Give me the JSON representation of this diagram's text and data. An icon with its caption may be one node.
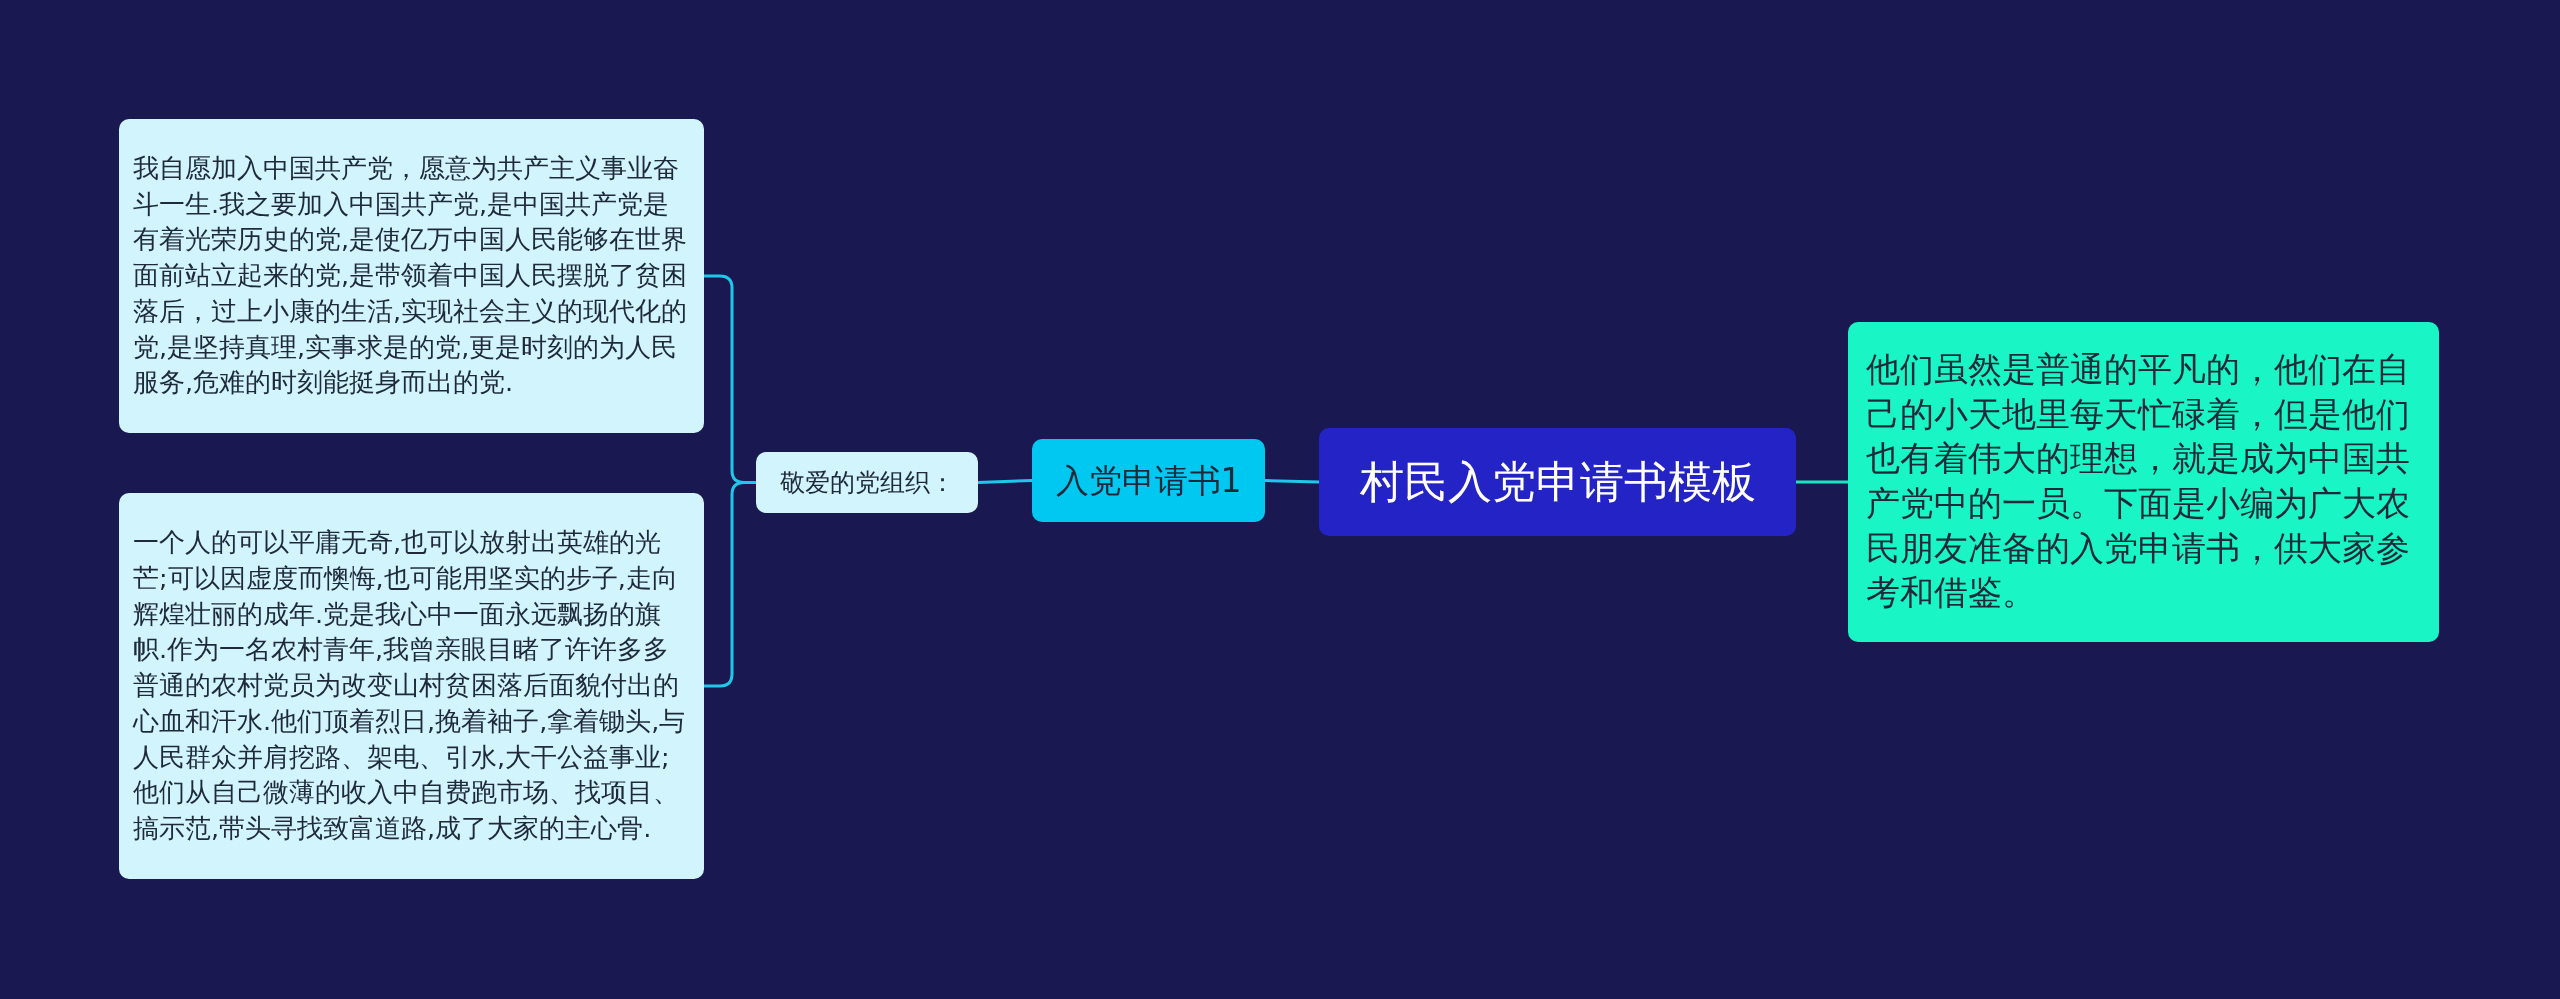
{
  "diagram": {
    "nodes": [
      {
        "text": [
          "村民入党申请书模板"
        ]
      },
      {
        "text": [
          "入党申请书1"
        ]
      },
      {
        "text": [
          "敬爱的党组织："
        ]
      },
      {
        "text": [
          "我自愿加入中国共产党，愿意为共产主义事业奋斗一生.我之要加入中国共产党,是中国共产党是有着光荣历史的党,是使亿万中国人民能够在世界面前站立起来的党,是带领着中国人民摆脱了贫困落后，过上小康的生活,实现社会主义的现代化的党,是坚持真理,实事求是的党,更是时刻的为人民服务,危难的时刻能挺身而出的党."
        ]
      },
      {
        "text": [
          "一个人的可以平庸无奇,也可以放射出英雄的光芒;可以因虚度而懊悔,也可能用坚实的步子,走向辉煌壮丽的成年.党是我心中一面永远飘扬的旗帜.作为一名农村青年,我曾亲眼目睹了许许多多普通的农村党员为改变山村贫困落后面貌付出的心血和汗水.他们顶着烈日,挽着袖子,拿着锄头,与人民群众并肩挖路、架电、引水,大干公益事业;他们从自己微薄的收入中自费跑市场、找项目、搞示范,带头寻找致富道路,成了大家的主心骨."
        ]
      },
      {
        "text": [
          "他们虽然是普通的平凡的，他们在自己的小天地里每天忙碌着，但是他们也有着伟大的理想，就是成为中国共产党中的一员。下面是小编为广大农民朋友准备的入党申请书，供大家参考和借鉴。"
        ]
      }
    ],
    "edges": [
      {
        "from": 0,
        "to": 5,
        "arrow": "none",
        "color": "#1fe0c0"
      },
      {
        "from": 0,
        "to": 1,
        "arrow": "none"
      },
      {
        "from": 1,
        "to": 2,
        "arrow": "none"
      },
      {
        "from": 2,
        "to": 3,
        "arrow": "none"
      },
      {
        "from": 2,
        "to": 4,
        "arrow": "none"
      }
    ]
  }
}
